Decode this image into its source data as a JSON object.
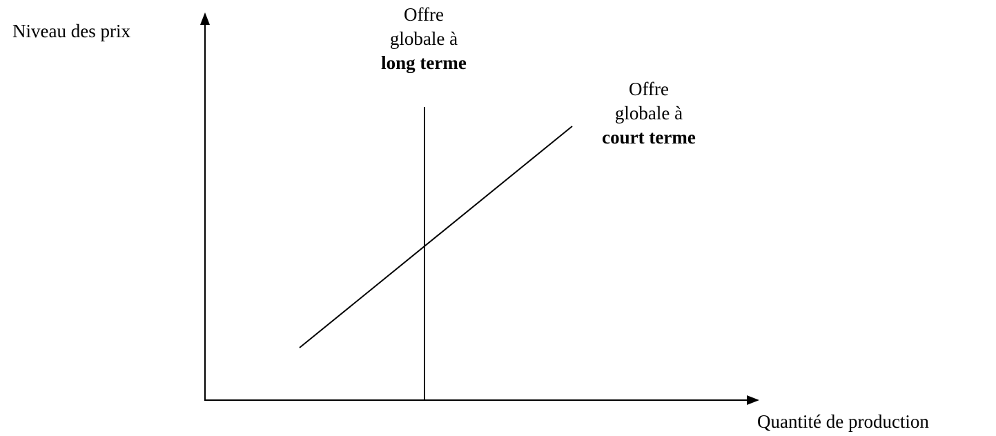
{
  "axes": {
    "y_label": "Niveau des prix",
    "x_label": "Quantité de production"
  },
  "curves": {
    "long_run": {
      "line1": "Offre",
      "line2": "globale à",
      "line3": "long terme"
    },
    "short_run": {
      "line1": "Offre",
      "line2": "globale à",
      "line3": "court terme"
    }
  },
  "colors": {
    "ink": "#000000",
    "background": "#ffffff"
  }
}
